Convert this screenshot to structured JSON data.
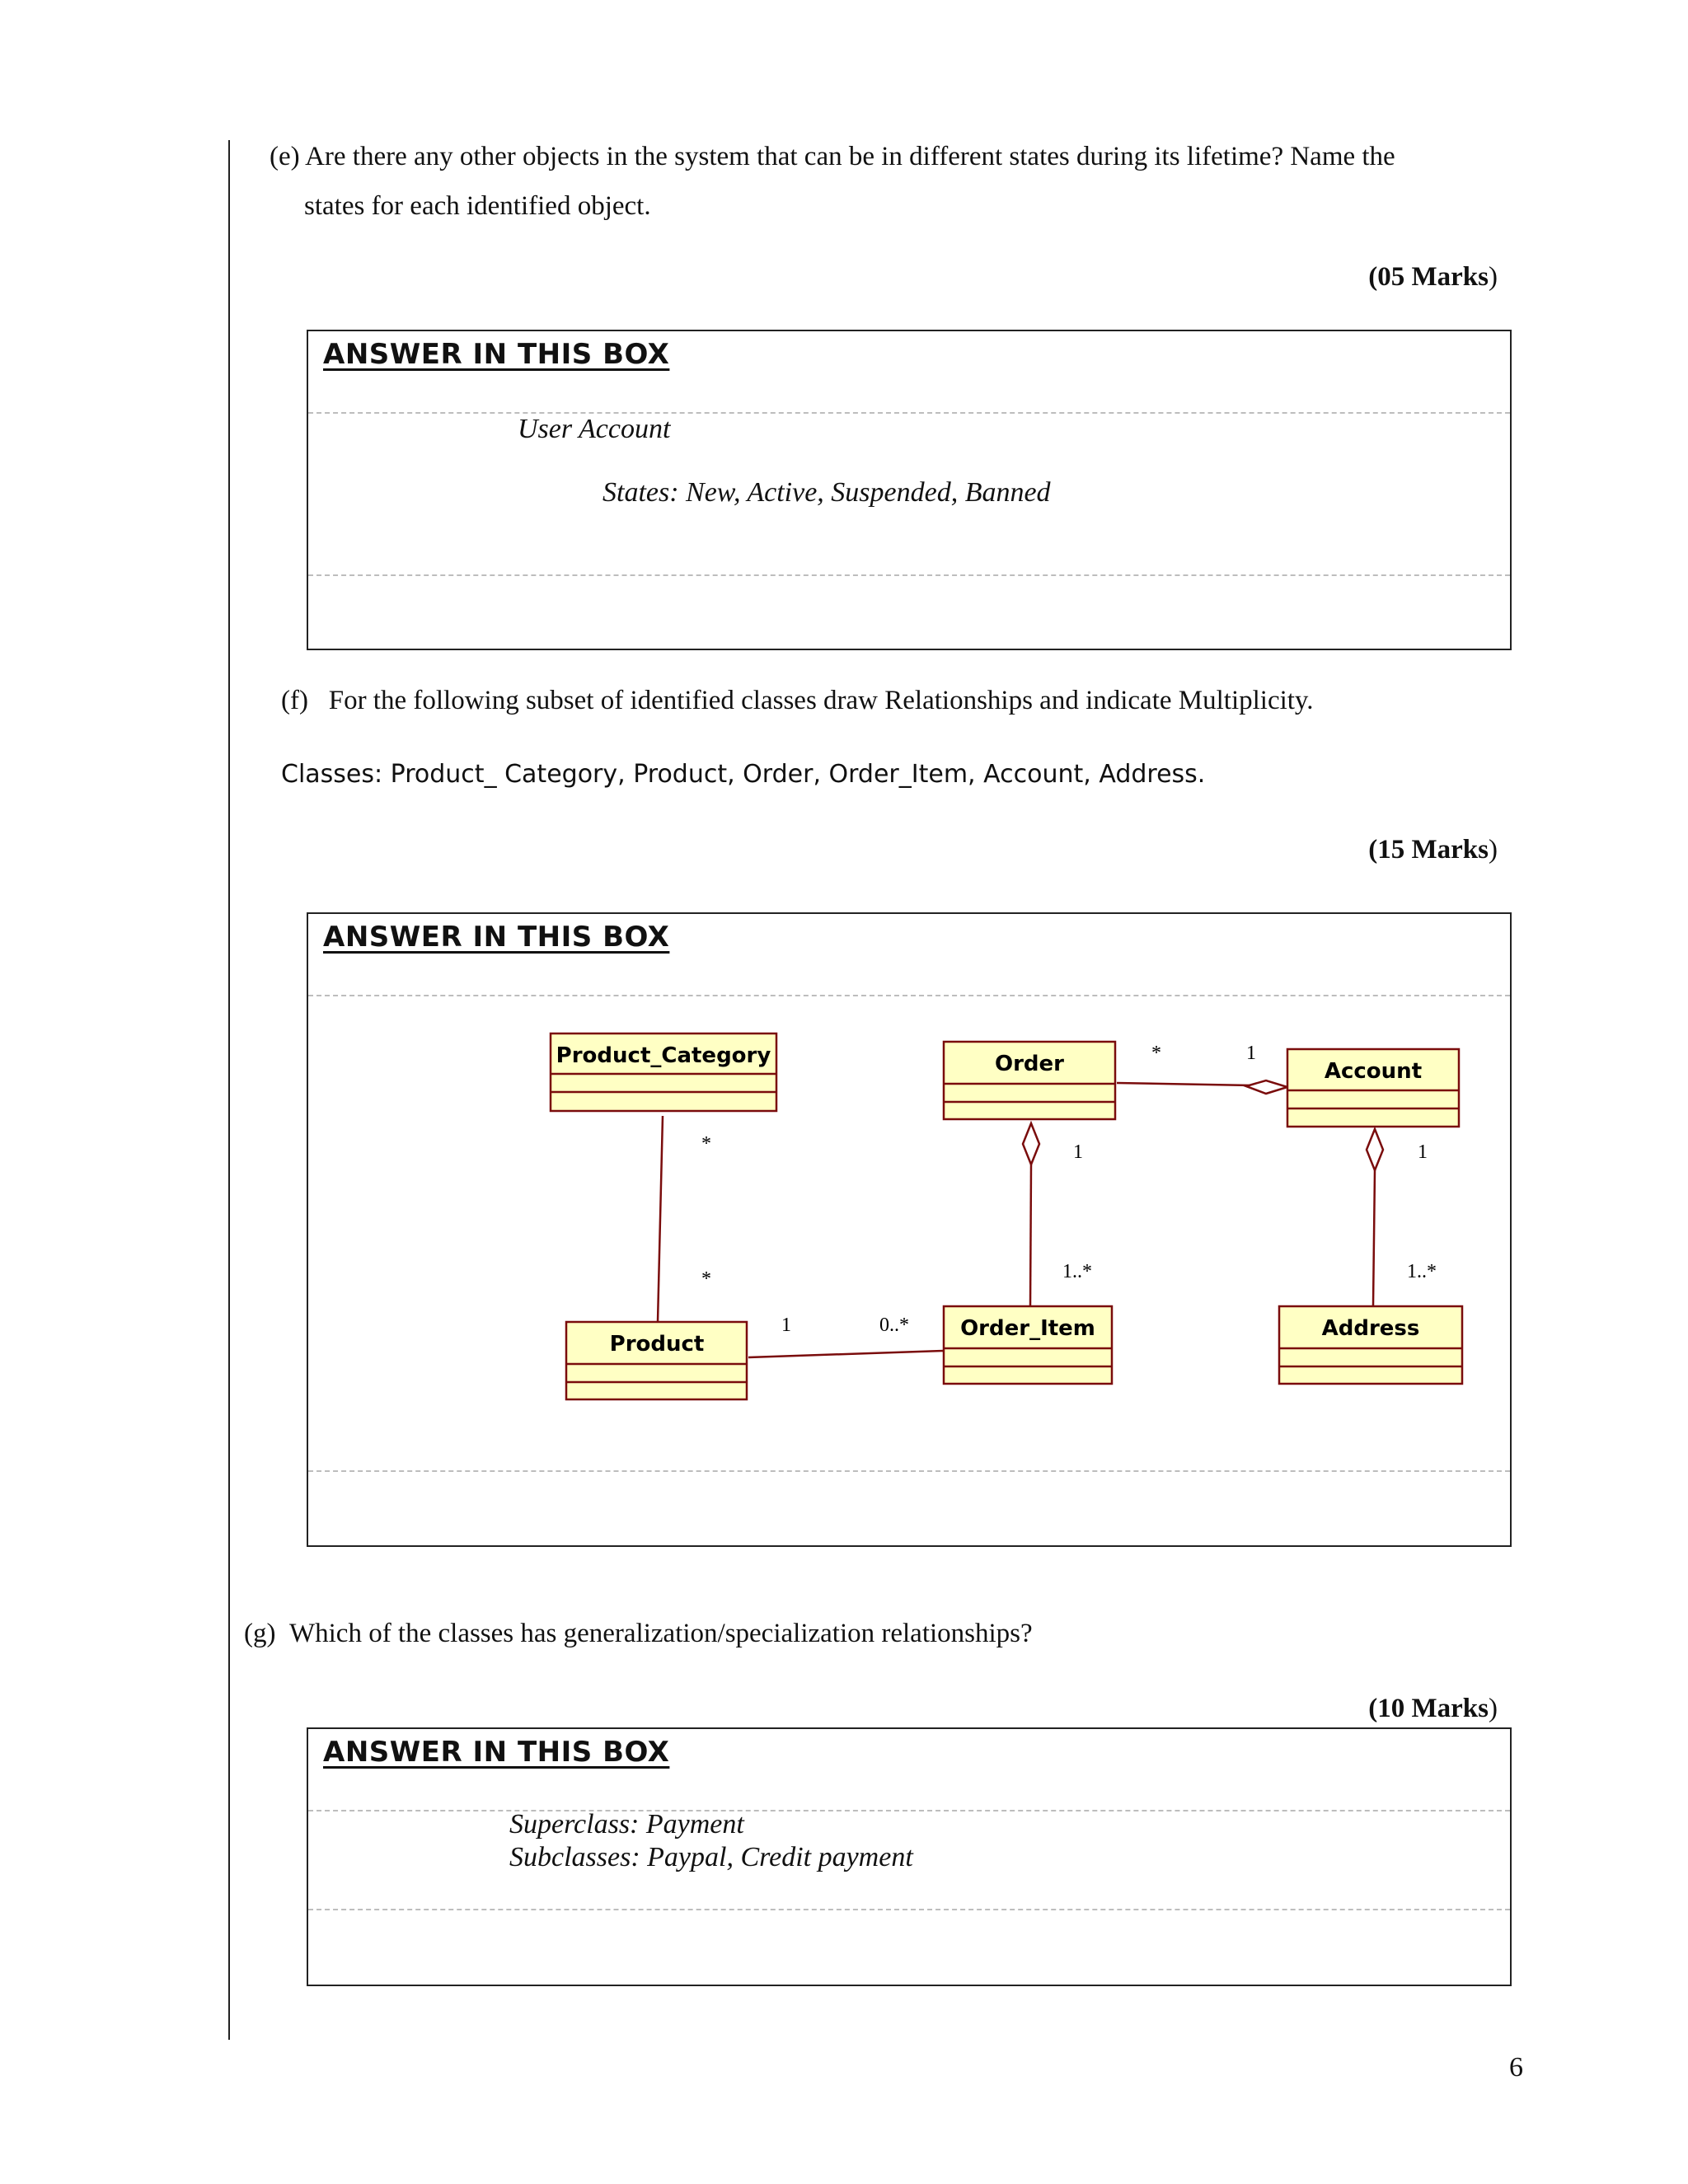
{
  "question_e": {
    "label": "(e)",
    "text_line1": "Are there any other objects in the system that can be in different states during its lifetime? Name the",
    "text_line2": "states for each identified object.",
    "marks": "(05 Marks",
    "marks_close": ")"
  },
  "answer_box_e": {
    "title": "ANSWER IN THIS BOX",
    "object": "User Account",
    "states": "States: New, Active, Suspended, Banned"
  },
  "question_f": {
    "label": "(f)",
    "text": "For the following subset of identified classes draw Relationships and indicate Multiplicity.",
    "classes_line": "Classes: Product_ Category, Product, Order, Order_Item, Account, Address.",
    "marks": "(15 Marks",
    "marks_close": ")"
  },
  "answer_box_f": {
    "title": "ANSWER IN THIS BOX",
    "diagram": {
      "classes": {
        "product_category": "Product_Category",
        "order": "Order",
        "account": "Account",
        "product": "Product",
        "order_item": "Order_Item",
        "address": "Address"
      },
      "multiplicities": {
        "category_end": "*",
        "product_end": "*",
        "order_account_order_end": "*",
        "order_account_account_end": "1",
        "order_end": "1",
        "order_item_end": "1..*",
        "account_end": "1",
        "address_end": "1..*",
        "product_oi_product_end": "1",
        "product_oi_item_end": "0..*"
      },
      "colors": {
        "class_fill": "#ffffc4",
        "class_stroke": "#7a0c0c",
        "line": "#7a0c0c"
      }
    }
  },
  "question_g": {
    "label": "(g)",
    "text": "Which of the classes has generalization/specialization relationships?",
    "marks": "(10 Marks",
    "marks_close": ")"
  },
  "answer_box_g": {
    "title": "ANSWER IN THIS BOX",
    "superclass": "Superclass: Payment",
    "subclasses": "Subclasses: Paypal, Credit payment"
  },
  "page_number": "6"
}
